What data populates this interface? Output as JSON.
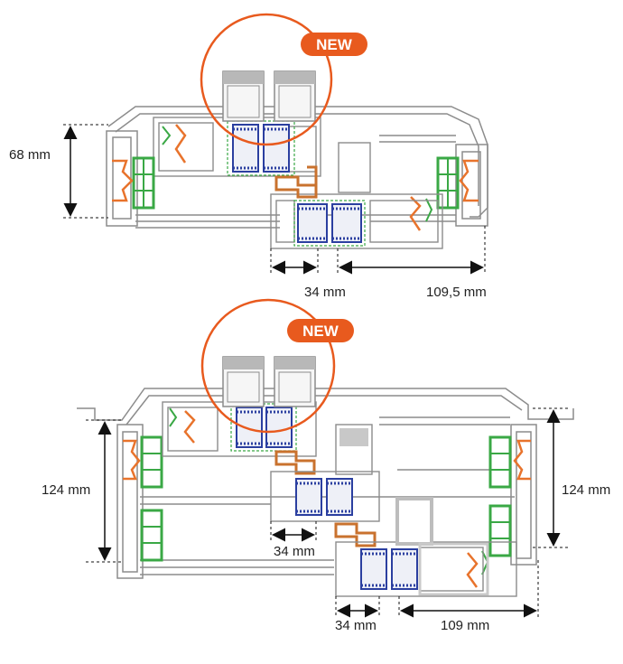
{
  "colors": {
    "accent": "#e85a1e",
    "frame": "#8c8c8c",
    "gasket_green": "#3aa845",
    "glazing_blue": "#2b3fa0",
    "insulation_orange": "#e8732c",
    "reinforcement_brown": "#c9722e"
  },
  "top_drawing": {
    "badge": "NEW",
    "height_label": "68 mm",
    "dim_left": "34 mm",
    "dim_right": "109,5 mm"
  },
  "bottom_drawing": {
    "badge": "NEW",
    "height_left": "124 mm",
    "height_right": "124 mm",
    "dim_mid": "34 mm",
    "dim_left": "34 mm",
    "dim_right": "109 mm"
  }
}
